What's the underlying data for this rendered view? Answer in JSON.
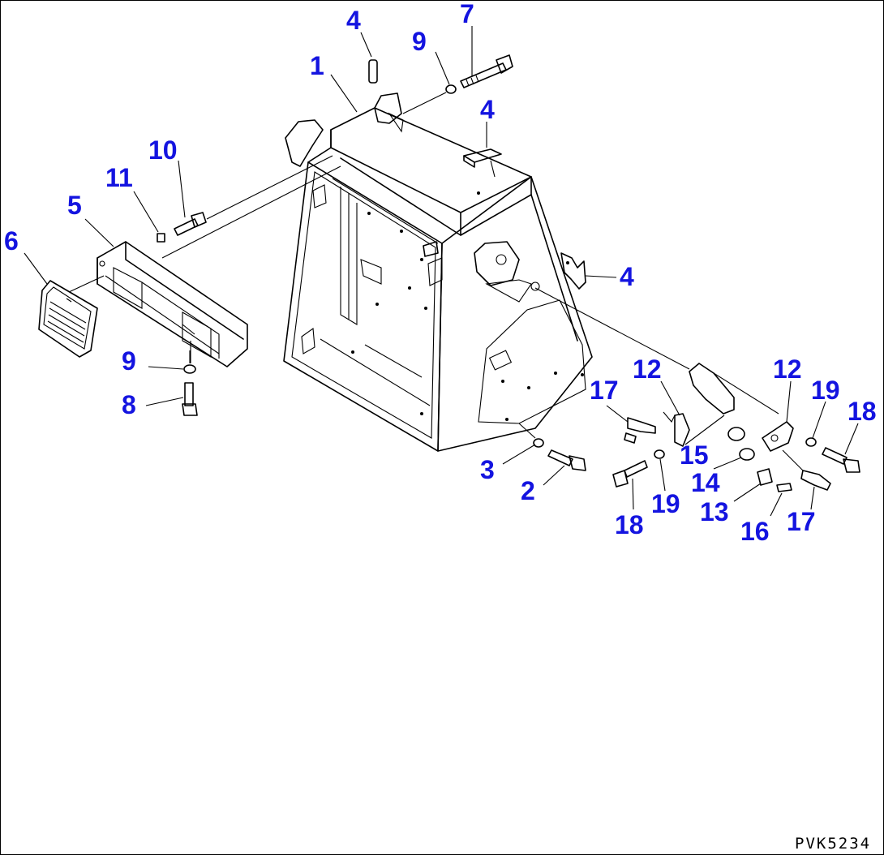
{
  "document": {
    "code": "PVK5234"
  },
  "callouts": [
    {
      "id": "c1",
      "label": "1"
    },
    {
      "id": "c4a",
      "label": "4"
    },
    {
      "id": "c9a",
      "label": "9"
    },
    {
      "id": "c7",
      "label": "7"
    },
    {
      "id": "c4b",
      "label": "4"
    },
    {
      "id": "c10",
      "label": "10"
    },
    {
      "id": "c11",
      "label": "11"
    },
    {
      "id": "c5",
      "label": "5"
    },
    {
      "id": "c6",
      "label": "6"
    },
    {
      "id": "c4c",
      "label": "4"
    },
    {
      "id": "c9b",
      "label": "9"
    },
    {
      "id": "c8",
      "label": "8"
    },
    {
      "id": "c12a",
      "label": "12"
    },
    {
      "id": "c12b",
      "label": "12"
    },
    {
      "id": "c17a",
      "label": "17"
    },
    {
      "id": "c19a",
      "label": "19"
    },
    {
      "id": "c18a",
      "label": "18"
    },
    {
      "id": "c15",
      "label": "15"
    },
    {
      "id": "c3",
      "label": "3"
    },
    {
      "id": "c2",
      "label": "2"
    },
    {
      "id": "c14",
      "label": "14"
    },
    {
      "id": "c19b",
      "label": "19"
    },
    {
      "id": "c13",
      "label": "13"
    },
    {
      "id": "c18b",
      "label": "18"
    },
    {
      "id": "c16",
      "label": "16"
    },
    {
      "id": "c17b",
      "label": "17"
    }
  ],
  "colors": {
    "callout": "#1414e0",
    "linework": "#000000",
    "background": "#ffffff"
  }
}
